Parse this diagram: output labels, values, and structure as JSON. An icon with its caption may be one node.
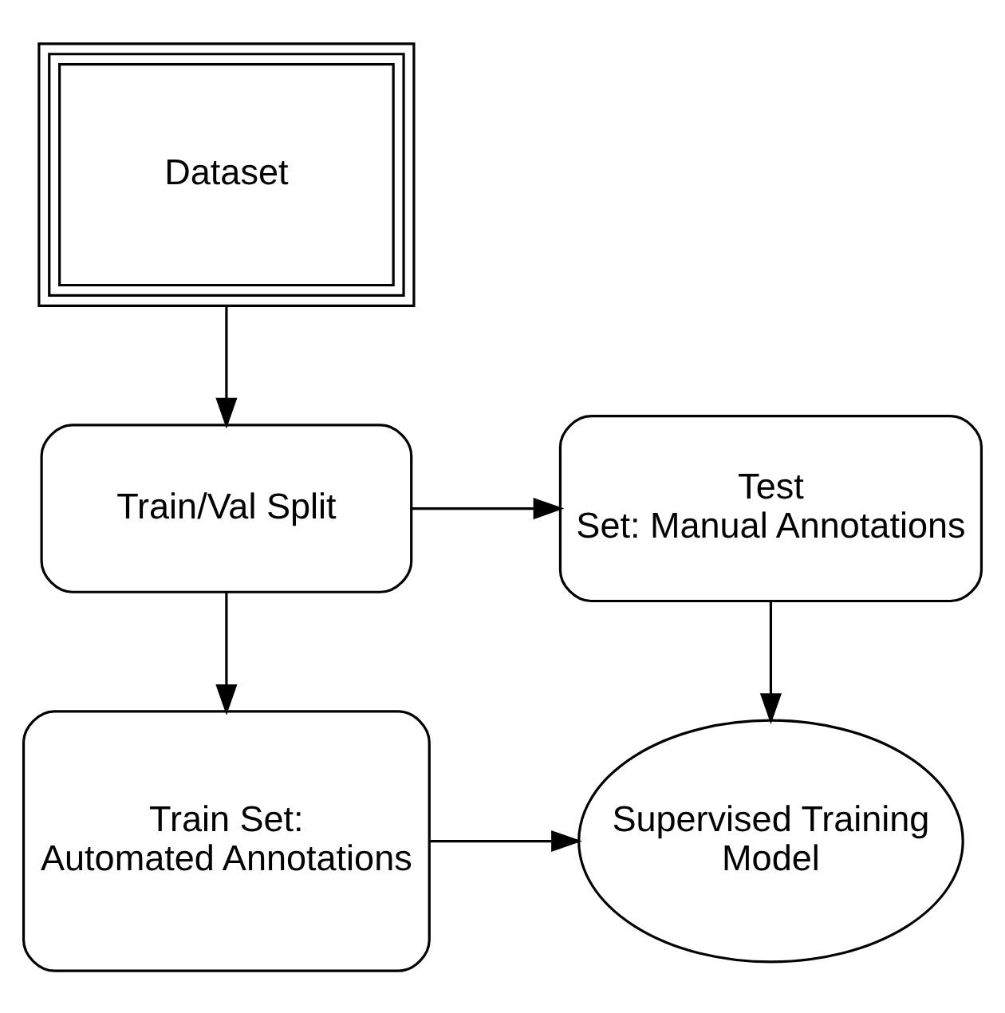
{
  "diagram": {
    "nodes": [
      {
        "text": [
          "Dataset"
        ]
      },
      {
        "text": [
          "Train/Val Split"
        ]
      },
      {
        "text": [
          "Test Set: Manual Annotations"
        ]
      },
      {
        "text": [
          "Train Set: Automated Annotations"
        ]
      },
      {
        "text": [
          "Supervised Training Model"
        ]
      }
    ],
    "edges": [
      {
        "from": 0,
        "to": 1,
        "arrow": "to"
      },
      {
        "from": 1,
        "to": 2,
        "arrow": "to"
      },
      {
        "from": 1,
        "to": 3,
        "arrow": "to"
      },
      {
        "from": 2,
        "to": 4,
        "arrow": "to"
      },
      {
        "from": 3,
        "to": 4,
        "arrow": "to"
      }
    ]
  }
}
